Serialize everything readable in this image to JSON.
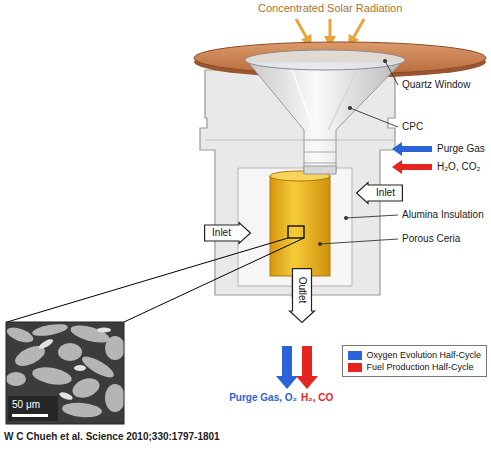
{
  "diagram": {
    "caption": "W C Chueh et al. Science 2010;330:1797-1801",
    "nodes": [
      {
        "text": [
          "Inlet"
        ]
      },
      {
        "text": [
          "Inlet"
        ]
      },
      {
        "text": [
          "Outlet"
        ]
      }
    ],
    "labels": [
      "Concentrated Solar Radiation",
      "Quartz Window",
      "CPC",
      "Purge Gas",
      "H₂O, CO₂",
      "Alumina Insulation",
      "Porous Ceria",
      "50 μm",
      "Purge Gas, O₂",
      "H₂, CO"
    ],
    "legend": [
      {
        "text": "Oxygen Evolution Half-Cycle",
        "color": "#2b63d9"
      },
      {
        "text": "Fuel Production Half-Cycle",
        "color": "#e5231f"
      }
    ]
  }
}
